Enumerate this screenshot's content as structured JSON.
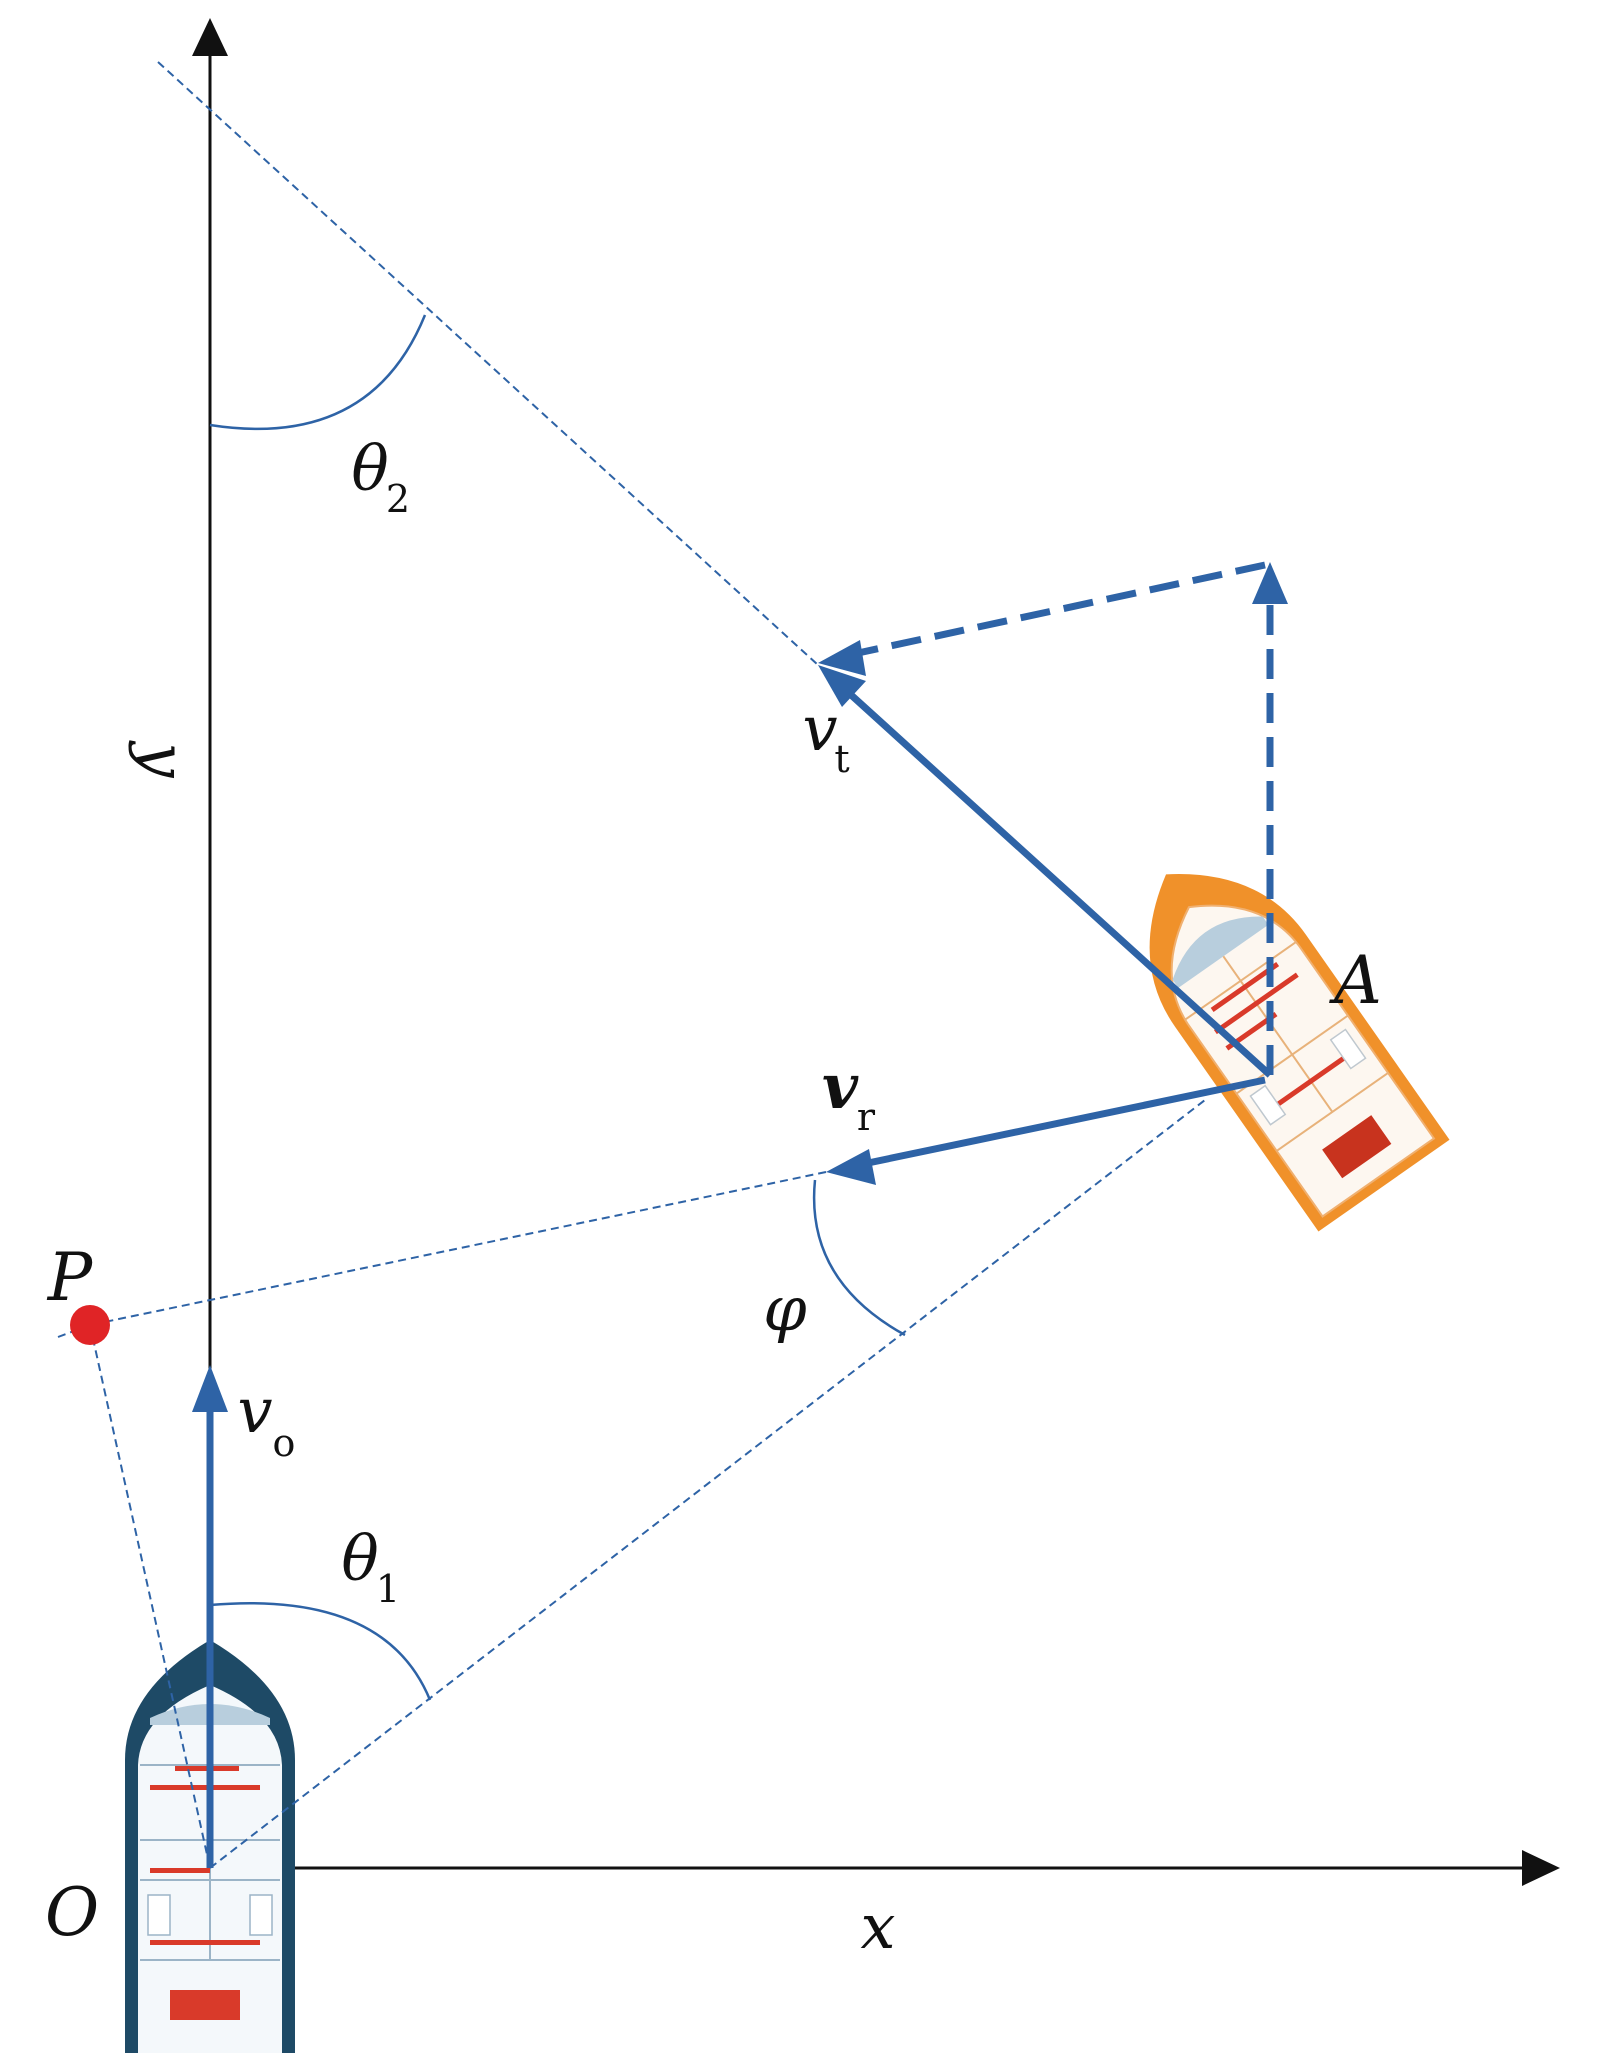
{
  "labels": {
    "y_axis": "y",
    "x_axis": "x",
    "origin": "O",
    "point_p": "P",
    "point_a": "A",
    "theta2": "θ",
    "theta2_sub": "2",
    "theta1": "θ",
    "theta1_sub": "1",
    "phi": "φ",
    "vt": "v",
    "vt_sub": "t",
    "vr": "v",
    "vr_sub": "r",
    "vo": "v",
    "vo_sub": "o"
  },
  "colors": {
    "vector": "#2e63a6",
    "axis": "#111111",
    "point_p": "#e02426",
    "own_ship_hull": "#1e4a66",
    "target_ship_hull": "#f0912a",
    "deck_marks": "#d93a2a"
  },
  "icons": {
    "own_ship": "ship-icon",
    "target_ship": "ship-icon",
    "point": "dot-icon"
  }
}
